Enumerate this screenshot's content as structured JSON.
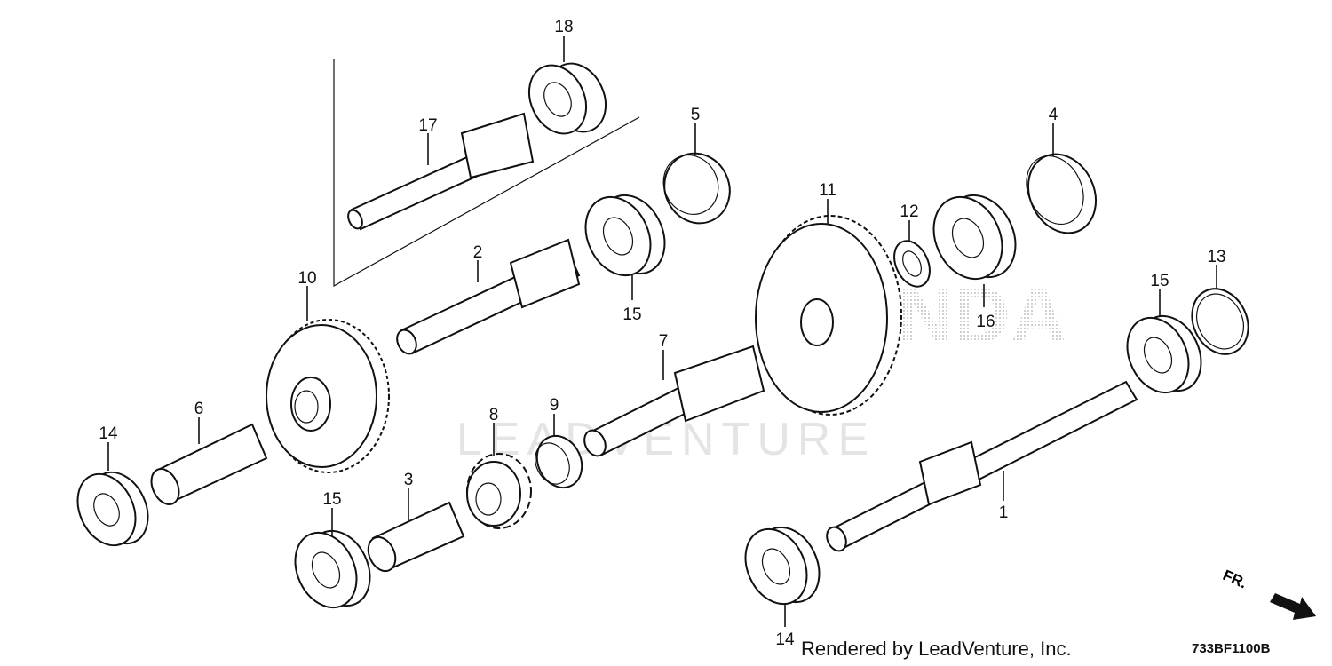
{
  "watermark": {
    "brand": "HONDA",
    "vendor": "LEADVENTURE"
  },
  "callouts": [
    {
      "id": "c18",
      "label": "18"
    },
    {
      "id": "c17",
      "label": "17"
    },
    {
      "id": "c5",
      "label": "5"
    },
    {
      "id": "c4",
      "label": "4"
    },
    {
      "id": "c11",
      "label": "11"
    },
    {
      "id": "c12",
      "label": "12"
    },
    {
      "id": "c2",
      "label": "2"
    },
    {
      "id": "c10",
      "label": "10"
    },
    {
      "id": "c15a",
      "label": "15"
    },
    {
      "id": "c16",
      "label": "16"
    },
    {
      "id": "c13",
      "label": "13"
    },
    {
      "id": "c15b",
      "label": "15"
    },
    {
      "id": "c7",
      "label": "7"
    },
    {
      "id": "c6",
      "label": "6"
    },
    {
      "id": "c14a",
      "label": "14"
    },
    {
      "id": "c8",
      "label": "8"
    },
    {
      "id": "c9",
      "label": "9"
    },
    {
      "id": "c3",
      "label": "3"
    },
    {
      "id": "c15c",
      "label": "15"
    },
    {
      "id": "c1",
      "label": "1"
    },
    {
      "id": "c14b",
      "label": "14"
    }
  ],
  "direction_label": "FR.",
  "credit": "Rendered by LeadVenture, Inc.",
  "diagram_code": "733BF1100B"
}
